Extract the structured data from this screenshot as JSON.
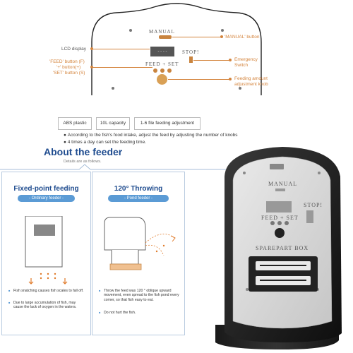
{
  "diagram": {
    "manual": "MANUAL",
    "stop": "STOP!",
    "feed_set": "FEED + SET",
    "lcd_digits": "- - - -",
    "labels_left": [
      "LCD display",
      "'FEED' button (F)",
      "'+' button(+)",
      "'SET' button (S)"
    ],
    "labels_right": [
      "'MANUAL' button",
      "Emergency",
      "Switch",
      "Feeding amount",
      "adjustment knob"
    ]
  },
  "specs": [
    "ABS plastic",
    "10L capacity",
    "1-6 file feeding adjustment"
  ],
  "bullets": [
    "According to the fish's food intake, adjust the feed by adjusting the number of knobs",
    "4 times a day can set the feeding time."
  ],
  "about": {
    "title": "About the feeder",
    "subtitle": "Details are as follows."
  },
  "cards": [
    {
      "title": "Fixed-point feeding",
      "pill": "- Ordinary feeder -",
      "notes": [
        "Fish snatching causes fish scales to fall off.",
        "Due to large accumulation of fish, may cause the lack of oxygen in the waters."
      ]
    },
    {
      "title": "120° Throwing",
      "pill": "- Pond feeder -",
      "notes": [
        "Throw the feed was 120 ° oblique upward movement, even spread to the fish pond every corner, so that fish easy to eat.",
        "Do not hurt the fish."
      ]
    }
  ],
  "device": {
    "manual": "MANUAL",
    "stop": "STOP!",
    "feed_set": "FEED + SET",
    "spare": "SPAREPART  BOX"
  }
}
